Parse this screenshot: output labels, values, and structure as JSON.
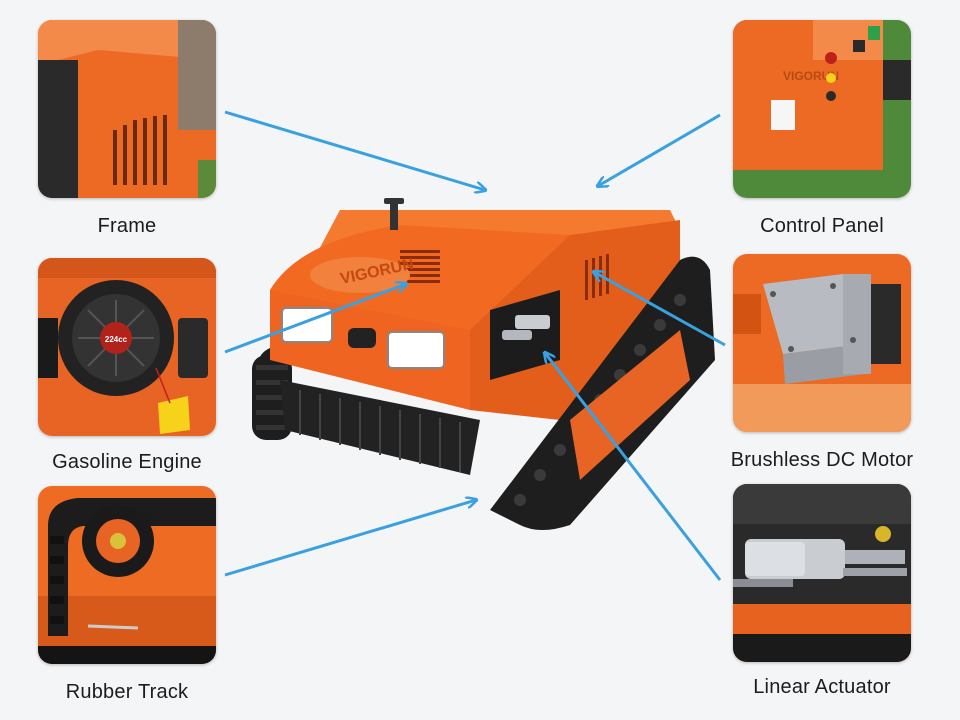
{
  "brand": "VIGORUN",
  "engine_label": "224cc",
  "callouts": {
    "frame": "Frame",
    "control_panel": "Control Panel",
    "gasoline_engine": "Gasoline Engine",
    "brushless_motor": "Brushless DC Motor",
    "rubber_track": "Rubber Track",
    "linear_actuator": "Linear Actuator"
  },
  "colors": {
    "body_orange": "#f26a21",
    "arrow_blue": "#3aa0e0",
    "track_black": "#1e1e1e",
    "background": "#f3f5f7"
  }
}
